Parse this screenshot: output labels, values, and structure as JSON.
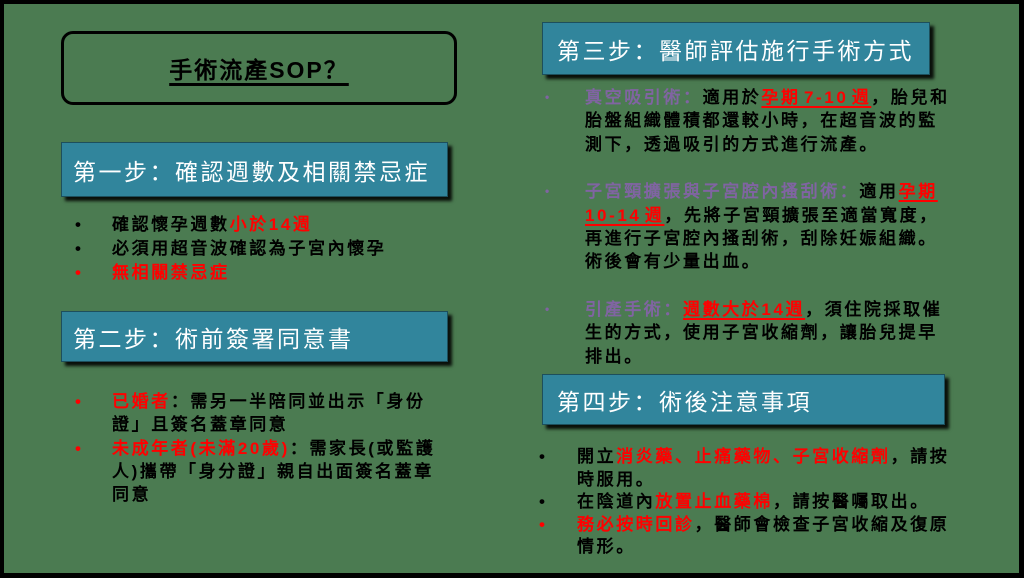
{
  "title": "手術流產SOP？",
  "bullet_glyph": "•",
  "colors": {
    "frame": "#000000",
    "background": "#4b7b51",
    "header-fill": "#31859c",
    "header-text": "#ffffff",
    "text": "#000000",
    "red": "#ff0000",
    "purple": "#8064a2"
  },
  "steps": [
    {
      "header": "第一步：確認週數及相關禁忌症",
      "items": [
        {
          "bullet": "black",
          "segments": [
            {
              "text": "確認懷孕週數",
              "style": "normal"
            },
            {
              "text": "小於14週",
              "style": "red"
            }
          ]
        },
        {
          "bullet": "black",
          "segments": [
            {
              "text": "必須用超音波確認為子宮內懷孕",
              "style": "normal"
            }
          ]
        },
        {
          "bullet": "red",
          "segments": [
            {
              "text": "無相關禁忌症",
              "style": "red"
            }
          ]
        }
      ]
    },
    {
      "header": "第二步：術前簽署同意書",
      "items": [
        {
          "bullet": "red",
          "segments": [
            {
              "text": "已婚者",
              "style": "red"
            },
            {
              "text": "：需另一半陪同並出示「身份證」且簽名蓋章同意",
              "style": "normal"
            }
          ]
        },
        {
          "bullet": "red",
          "segments": [
            {
              "text": "未成年者(未滿20歲)",
              "style": "red"
            },
            {
              "text": "：需家長(或監護人)攜帶「身分證」親自出面簽名蓋章同意",
              "style": "normal"
            }
          ]
        }
      ]
    },
    {
      "header": "第三步：醫師評估施行手術方式",
      "items": [
        {
          "bullet": "purple",
          "segments": [
            {
              "text": "真空吸引術：",
              "style": "purple"
            },
            {
              "text": "適用於",
              "style": "normal"
            },
            {
              "text": "孕期 7-10 週",
              "style": "red-underline"
            },
            {
              "text": "，胎兒和胎盤組織體積都還較小時，在超音波的監測下，透過吸引的方式進行流產。",
              "style": "normal"
            }
          ]
        },
        {
          "bullet": "purple",
          "segments": [
            {
              "text": "子宮頸擴張與子宮腔內搔刮術：",
              "style": "purple"
            },
            {
              "text": "適用",
              "style": "normal"
            },
            {
              "text": "孕期 10-14 週",
              "style": "red-underline"
            },
            {
              "text": "，先將子宮頸擴張至適當寬度，再進行子宮腔內搔刮術，刮除妊娠組織。術後會有少量出血。",
              "style": "normal"
            }
          ]
        },
        {
          "bullet": "purple",
          "segments": [
            {
              "text": "引產手術：",
              "style": "purple"
            },
            {
              "text": "週數大於14週",
              "style": "red-underline"
            },
            {
              "text": "，須住院採取催生的方式，使用子宮收縮劑，讓胎兒提早排出。",
              "style": "normal"
            }
          ]
        }
      ]
    },
    {
      "header": "第四步：術後注意事項",
      "items": [
        {
          "bullet": "black",
          "segments": [
            {
              "text": "開立",
              "style": "normal"
            },
            {
              "text": "消炎藥、止痛藥物、子宮收縮劑",
              "style": "red"
            },
            {
              "text": "，請按時服用。",
              "style": "normal"
            }
          ]
        },
        {
          "bullet": "black",
          "segments": [
            {
              "text": "在陰道內",
              "style": "normal"
            },
            {
              "text": "放置止血藥棉",
              "style": "red"
            },
            {
              "text": "，請按醫囑取出。",
              "style": "normal"
            }
          ]
        },
        {
          "bullet": "red",
          "segments": [
            {
              "text": "務必按時回診",
              "style": "red"
            },
            {
              "text": "，醫師會檢查子宮收縮及復原情形。",
              "style": "normal"
            }
          ]
        }
      ]
    }
  ]
}
